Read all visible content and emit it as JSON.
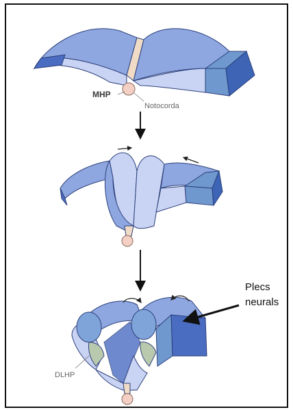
{
  "labels": {
    "mhp": "MHP",
    "notochord": "Notocorda",
    "dlhp": "DLHP",
    "neural_folds_line1": "Plecs",
    "neural_folds_line2": "neurals"
  },
  "colors": {
    "border": "#111111",
    "plate_top": "#8fa7e0",
    "plate_side": "#c9d3f3",
    "plate_dark": "#4a6cc1",
    "ectoderm_top": "#6f98cf",
    "ectoderm_dark": "#3d64b5",
    "midline": "#f0dcc6",
    "notochord": "#f3cfc4",
    "hinge_green": "#b9c9ad"
  }
}
